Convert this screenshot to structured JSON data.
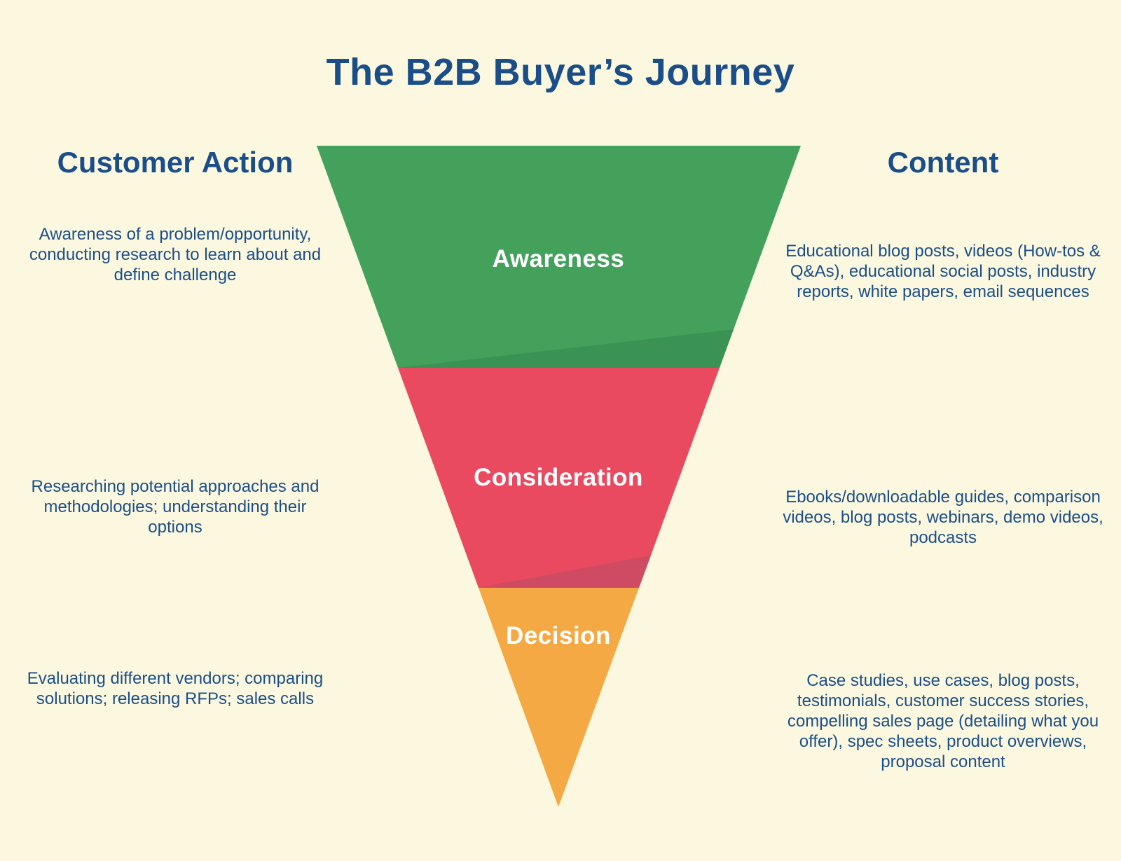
{
  "title": "The B2B Buyer’s Journey",
  "headers": {
    "left": "Customer Action",
    "right": "Content"
  },
  "funnel": {
    "type": "inverted-funnel",
    "stages": [
      {
        "label": "Awareness",
        "color": "#44A15C",
        "shade_color": "#3A9355",
        "customer_action": "Awareness of a problem/opportunity, conducting research to learn about and define challenge",
        "content": "Educational blog posts, videos (How-tos & Q&As), educational social posts, industry reports, white papers, email sequences"
      },
      {
        "label": "Consideration",
        "color": "#E94A5F",
        "shade_color": "#CE4B63",
        "customer_action": "Researching potential approaches and methodologies; understanding their options",
        "content": "Ebooks/downloadable guides, comparison videos, blog posts, webinars, demo videos, podcasts"
      },
      {
        "label": "Decision",
        "color": "#F5A945",
        "shade_color": "#F5A945",
        "customer_action": "Evaluating different vendors; comparing solutions; releasing RFPs; sales calls",
        "content": "Case studies, use cases, blog posts, testimonials, customer success stories, compelling sales page (detailing what you offer), spec sheets, product overviews, proposal content"
      }
    ]
  },
  "colors": {
    "background": "#FBF8DF",
    "heading_text": "#1B4E89",
    "stage_label_text": "#FFFFFF"
  }
}
